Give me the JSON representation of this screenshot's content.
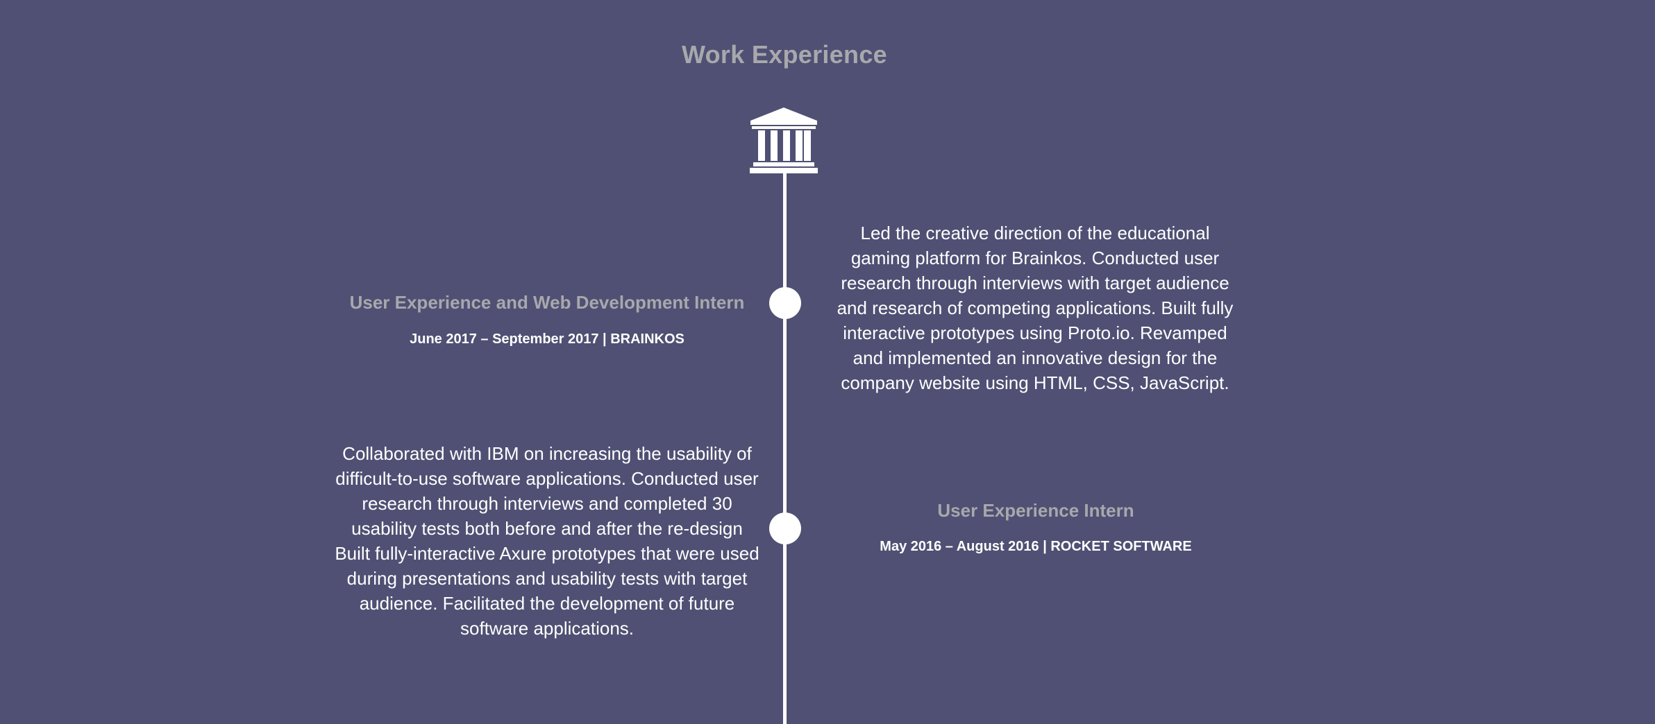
{
  "section": {
    "title": "Work Experience",
    "icon": "institution-icon"
  },
  "colors": {
    "background": "#4f5073",
    "title_gray": "#a8a8ad",
    "foreground": "#ffffff"
  },
  "timeline": {
    "entries": [
      {
        "title": "User Experience and Web Development Intern",
        "meta": "June 2017 – September 2017 | BRAINKOS",
        "description": "Led the creative direction of the educational gaming platform for Brainkos. Conducted user research through interviews with target audience and research of competing applications. Built fully interactive prototypes using Proto.io. Revamped and implemented an innovative design for the company website using HTML, CSS, JavaScript."
      },
      {
        "title": "User Experience Intern",
        "meta": "May 2016 – August 2016 | ROCKET SOFTWARE",
        "description": "Collaborated with IBM on increasing the usability of difficult-to-use software applications. Conducted user research through interviews and completed 30 usability tests both before and after the re-design Built fully-interactive Axure prototypes that were used during presentations and usability tests with target audience. Facilitated the development of future software applications."
      }
    ]
  }
}
